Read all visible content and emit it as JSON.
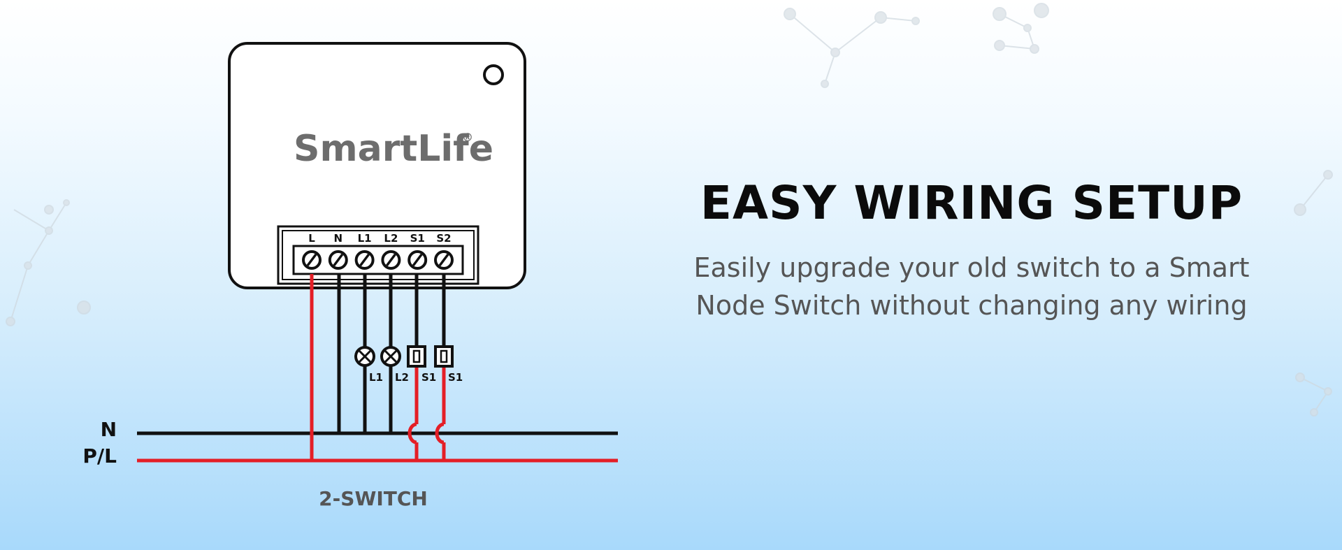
{
  "device": {
    "brand": "SmartLife",
    "registered_mark": "®",
    "terminals": [
      "L",
      "N",
      "L1",
      "L2",
      "S1",
      "S2"
    ]
  },
  "diagram": {
    "lamp_labels": [
      "L1",
      "L2"
    ],
    "switch_labels": [
      "S1",
      "S1"
    ],
    "bus_neutral_label": "N",
    "bus_live_label": "P/L",
    "caption": "2-SWITCH"
  },
  "content": {
    "heading": "EASY WIRING SETUP",
    "description": "Easily upgrade your old switch to a Smart Node Switch without changing any wiring"
  },
  "colors": {
    "live_wire": "#e41e26",
    "neutral_wire": "#111111",
    "heading": "#0b0b0b",
    "description": "#555555"
  }
}
